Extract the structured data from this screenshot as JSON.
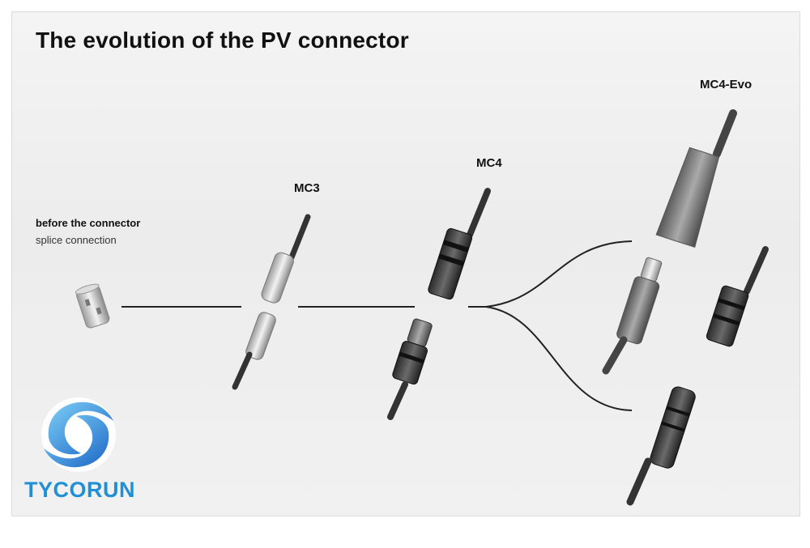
{
  "title": "The evolution of the PV connector",
  "labels": {
    "before_title": "before the connector",
    "before_sub": "splice connection",
    "mc3": "MC3",
    "mc4": "MC4",
    "mc4_evo": "MC4-Evo"
  },
  "brand": {
    "name": "TYCORUN",
    "color": "#1f8fd6"
  },
  "icons": [
    "splice-sleeve-icon",
    "mc3-connector-icon",
    "mc4-connector-icon",
    "mc4-evo-connector-icon",
    "tycorun-logo-icon"
  ]
}
